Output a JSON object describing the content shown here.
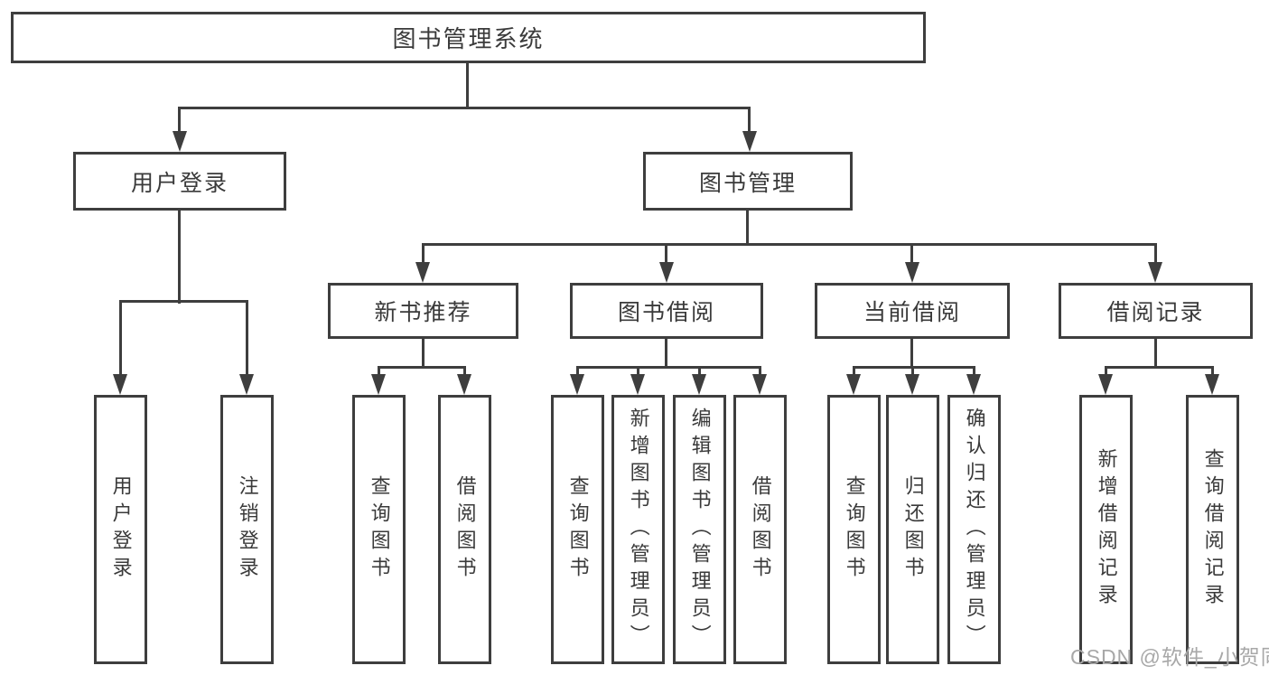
{
  "diagram": {
    "title": "图书管理系统",
    "branches": {
      "user_login": {
        "label": "用户登录",
        "children": [
          "用户登录",
          "注销登录"
        ]
      },
      "book_management": {
        "label": "图书管理",
        "sections": [
          {
            "label": "新书推荐",
            "children": [
              "查询图书",
              "借阅图书"
            ]
          },
          {
            "label": "图书借阅",
            "children": [
              "查询图书",
              "新增图书（管理员）",
              "编辑图书（管理员）",
              "借阅图书"
            ]
          },
          {
            "label": "当前借阅",
            "children": [
              "查询图书",
              "归还图书",
              "确认归还（管理员）"
            ]
          },
          {
            "label": "借阅记录",
            "children": [
              "新增借阅记录",
              "查询借阅记录"
            ]
          }
        ]
      }
    },
    "watermark": "CSDN @软件_小贺同学",
    "colors": {
      "line": "#3e3e3e",
      "text": "#3a3a3a",
      "watermark": "#a8a8a8",
      "background": "#ffffff"
    }
  }
}
